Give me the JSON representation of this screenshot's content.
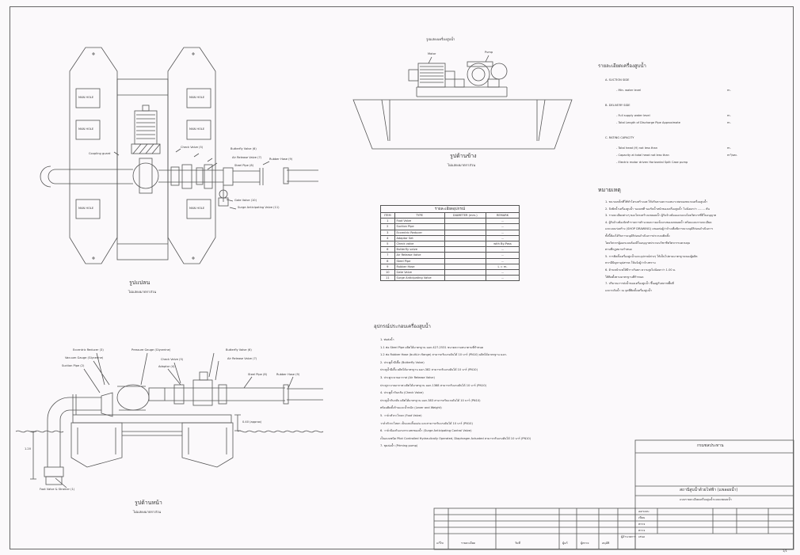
{
  "plan_view": {
    "title": "รูปแปลน",
    "subtitle": "ไม่แสดงมาตราส่วน",
    "manhole_labels": [
      "MAN HOLE",
      "MAN HOLE",
      "MAN HOLE",
      "MAN HOLE",
      "MAN HOLE",
      "MAN HOLE"
    ],
    "callouts": {
      "coupling_guard": "Coupling guard",
      "check_valve": "Check Valve (5)",
      "butterfly_valve": "Butterfly Valve (6)",
      "air_release_valve": "Air Release Valve (7)",
      "steel_pipe": "Steel Pipe (8)",
      "rubber_hose": "Rubber Hose (9)",
      "gate_valve": "Gate Valve (10)",
      "surge_valve": "Surge Anticipating Valve (11)"
    }
  },
  "side_view": {
    "header": "รูปแสดงเครื่องสูบน้ำ",
    "title": "รูปด้านข้าง",
    "subtitle": "ไม่แสดงมาตราส่วน",
    "motor_label": "Motor",
    "pump_label": "Pump"
  },
  "front_view": {
    "title": "รูปด้านหน้า",
    "subtitle": "ไม่แสดงมาตราส่วน",
    "callouts": {
      "eccentric_reducer": "Eccentric Reducer (3)",
      "pressure_gauge": "Pressure Gauge (Glycerine)",
      "butterfly_valve": "Butterfly Valve (6)",
      "vacuum_gauge": "Vacuum Gauge (Glycerine)",
      "check_valve": "Check Valve (5)",
      "air_release": "Air Release Valve (7)",
      "suction_pipe": "Suction Pipe (2)",
      "adaptor": "Adaptor (4)",
      "steel_pipe": "Steel Pipe (8)",
      "rubber_hose": "Rubber Hose (9)",
      "foot_valve": "Foot Valve & Strainer (1)",
      "depth_1": "1.20",
      "depth_2": "0.40 (approx)"
    }
  },
  "parts_table": {
    "title": "รายละเอียดอุปกรณ์",
    "headers": [
      "ITEM",
      "TYPE",
      "DIAMETER (mm.)",
      "REMARK"
    ],
    "rows": [
      [
        "1",
        "Foot Valve",
        "",
        "--"
      ],
      [
        "2",
        "Suction Pipe",
        "",
        "--"
      ],
      [
        "3",
        "Eccentric Reducer",
        "",
        "--"
      ],
      [
        "4",
        "Adaptor Set",
        "",
        "--"
      ],
      [
        "5",
        "Check valve",
        "",
        "with By-Pass"
      ],
      [
        "6",
        "Butterfly valve",
        "",
        "--"
      ],
      [
        "7",
        "Air Release Valve",
        "",
        "--"
      ],
      [
        "8",
        "Steel Pipe",
        "",
        "--"
      ],
      [
        "9",
        "Rubber Hose",
        "",
        "L = m."
      ],
      [
        "10",
        "Gate Valve",
        "",
        "--"
      ],
      [
        "11",
        "Surge Anticipating Valve",
        "",
        "--"
      ]
    ]
  },
  "pump_spec": {
    "title": "รายละเอียดเครื่องสูบน้ำ",
    "sections": [
      {
        "heading": "A.  SUCTION  SIDE",
        "items": [
          {
            "label": "-  Min. water level",
            "unit": "m."
          }
        ]
      },
      {
        "heading": "B.  DELIVERY  SIDE",
        "items": [
          {
            "label": "-  Full supply water level",
            "unit": "m."
          },
          {
            "label": "-  Total Length of Discharge Pipe Approximate",
            "unit": "m."
          }
        ]
      },
      {
        "heading": "C.  RATING  CAPACITY",
        "items": [
          {
            "label": "-  Total head (H) not less than",
            "unit": "m."
          },
          {
            "label": "-  Capacity at total head not less than",
            "unit": "m³/sec."
          },
          {
            "label": "-  Electric motor driven Horizontal Split Case pump",
            "unit": ""
          }
        ]
      }
    ]
  },
  "notes": {
    "title": "หมายเหตุ",
    "items": [
      "1.  ขนาดเหล็กที่ใช้ทำโครงสร้างแพ ให้ปรับตามความเหมาะสมของขนาดเครื่องสูบน้ำ",
      "2.  ถังพักน้ำเครื่องสูบน้ำ รองแพที่ รองรับน้ำหนักของเครื่องสูบน้ำ ไม่น้อยกว่า ........ ตัน",
      "3.  รายละเอียดต่างๆ ของโครงสร้างแพลอยน้ำ ผู้รับจ้างต้องออกแบบโดยวิศวกรที่มีใบอนุญาต",
      "4.  ผู้รับจ้างต้องจัดทำรายการคำนวณความแข็งแรงของแพลอยน้ำ พร้อมแบบรายละเอียด",
      "     และแบบก่อสร้าง (SHOP DRAWING) เสนอต่อผู้ว่าจ้างเพื่อพิจารณาอนุมัติก่อนดำเนินการ",
      "     ทั้งนี้ต้องได้รับการอนุมัติก่อนดำเนินการประกอบติดตั้ง",
      "     โดยวิศวกรผู้ออกแบบต้องมีใบอนุญาตประกอบวิชาชีพวิศวกรรมควบคุม",
      "     ตามที่กฎหมายกำหนด",
      "5.  การติดตั้งเครื่องสูบน้ำและอุปกรณ์ต่างๆ ให้เป็นไปตามมาตรฐานของผู้ผลิต",
      "     หากมีปัญหาอุปสรรค ให้แจ้งผู้ว่าจ้างทราบ",
      "6.  ด้านหน้าแพให้มีราวกันตก ความสูงไม่น้อยกว่า 1.00 ม.",
      "     ให้ติดตั้งตามมาตรฐานที่กำหนด",
      "7.  ปริมาณการส่งน้ำของเครื่องสูบน้ำ ขึ้นอยู่กับสภาพพื้นที่",
      "     และระดับน้ำ ณ จุดที่ติดตั้งเครื่องสูบน้ำ"
    ]
  },
  "equipment": {
    "title": "อุปกรณ์ประกอบเครื่องสูบน้ำ",
    "items": [
      "1.  ท่อส่งน้ำ",
      "     1.1  ท่อ Steel Pipe ผลิตได้มาตรฐาน มอก.427-2531  ขนาดความหนาตามที่กำหนด",
      "     1.2  ท่อ Rubber Hose (built-in flange) สามารถรับแรงดันได้ 10 บาร์ (PN10) ผลิตได้มาตรฐาน มอก.",
      "2.  ประตูน้ำผีเสื้อ (Butterfly Valve)",
      "     ประตูน้ำผีเสื้อ ผลิตได้มาตรฐาน มอก.382 สามารถรับแรงดันได้ 10 บาร์ (PN10)",
      "3.  ประตูระบายอากาศ (Air Release Valve)",
      "     ประตูระบายอากาศ ผลิตได้มาตรฐาน มอก.1368 สามารถรับแรงดันได้ 10 บาร์ (PN10)",
      "4.  ประตูน้ำกันกลับ (Check Valve)",
      "     ประตูน้ำกันกลับ ผลิตได้มาตรฐาน มอก.383 สามารถรับแรงดันได้ 10 บาร์ (PN10)",
      "     พร้อมติดตั้งก้านและน้ำหนัก (Lever and Weight)",
      "5.  วาล์วหัวกะโหลก (Foot Valve)",
      "     วาล์วหัวกะโหลก เป็นแบบลิ้นแผ่น และสามารถรับแรงดันได้ 10 บาร์ (PN10)",
      "6.  วาล์วป้องกันแรงกระแทกของน้ำ (Surge Anticipating Control Valve)",
      "     เป็นแบบชนิด Pilot Controlled Hydraulically Operated, Diaphragm Actuated สามารถรับแรงดันได้ 10 บาร์ (PN10)",
      "7.  ชุดล่อน้ำ (Priming pump)"
    ]
  },
  "title_block": {
    "department": "กรมชลประทาน",
    "project": "สถานีสูบน้ำด้วยไฟฟ้า (แพลอยน้ำ)",
    "drawing_title": "แบบรายละเอียดเครื่องสูบน้ำแบบแพลอยน้ำ",
    "rows": [
      "ออกแบบ",
      "เขียน",
      "ตรวจ",
      "ตรวจ",
      "เสนอ"
    ],
    "bottom_cells": [
      "แก้ไข",
      "รายละเอียด",
      "วันที่",
      "ผู้แก้",
      "ผู้ตรวจ",
      "อนุมัติ"
    ],
    "approved_text": "ผู้อำนวยการ",
    "sheet": "1/1"
  }
}
